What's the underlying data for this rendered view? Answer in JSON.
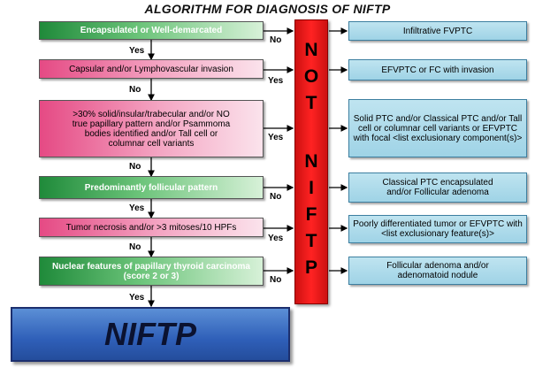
{
  "title": "ALGORITHM FOR DIAGNOSIS OF NIFTP",
  "steps": [
    {
      "text": "Encapsulated or Well-demarcated"
    },
    {
      "text": "Capsular and/or Lymphovascular invasion"
    },
    {
      "text": ">30% solid/insular/trabecular and/or NO true papillary pattern and/or Psammoma bodies identified and/or Tall cell or columnar cell variants"
    },
    {
      "text": "Predominantly follicular pattern"
    },
    {
      "text": "Tumor necrosis and/or >3 mitoses/10 HPFs"
    },
    {
      "text": "Nuclear features of papillary thyroid carcinoma (score 2 or 3)"
    }
  ],
  "down_labels": [
    "Yes",
    "No",
    "No",
    "Yes",
    "No",
    "Yes"
  ],
  "side_labels": [
    "No",
    "Yes",
    "Yes",
    "No",
    "Yes",
    "No"
  ],
  "not_niftp": "NOT NIFTP",
  "outcomes": [
    {
      "text": "Infiltrative FVPTC"
    },
    {
      "text": "EFVPTC or FC with invasion"
    },
    {
      "text": "Solid PTC and/or Classical PTC and/or Tall cell or columnar cell variants or EFVPTC with focal <list exclusionary component(s)>"
    },
    {
      "text": "Classical PTC encapsulated and/or Follicular adenoma"
    },
    {
      "text": "Poorly differentiated tumor or EFVPTC with <list exclusionary feature(s)>"
    },
    {
      "text": "Follicular adenoma and/or adenomatoid nodule"
    }
  ],
  "result": "NIFTP",
  "colors": {
    "green": "#2e9e4a",
    "pink": "#f08cb4",
    "red": "#ee2222",
    "light_blue": "#aedcec",
    "dark_blue": "#2f5fb8"
  }
}
